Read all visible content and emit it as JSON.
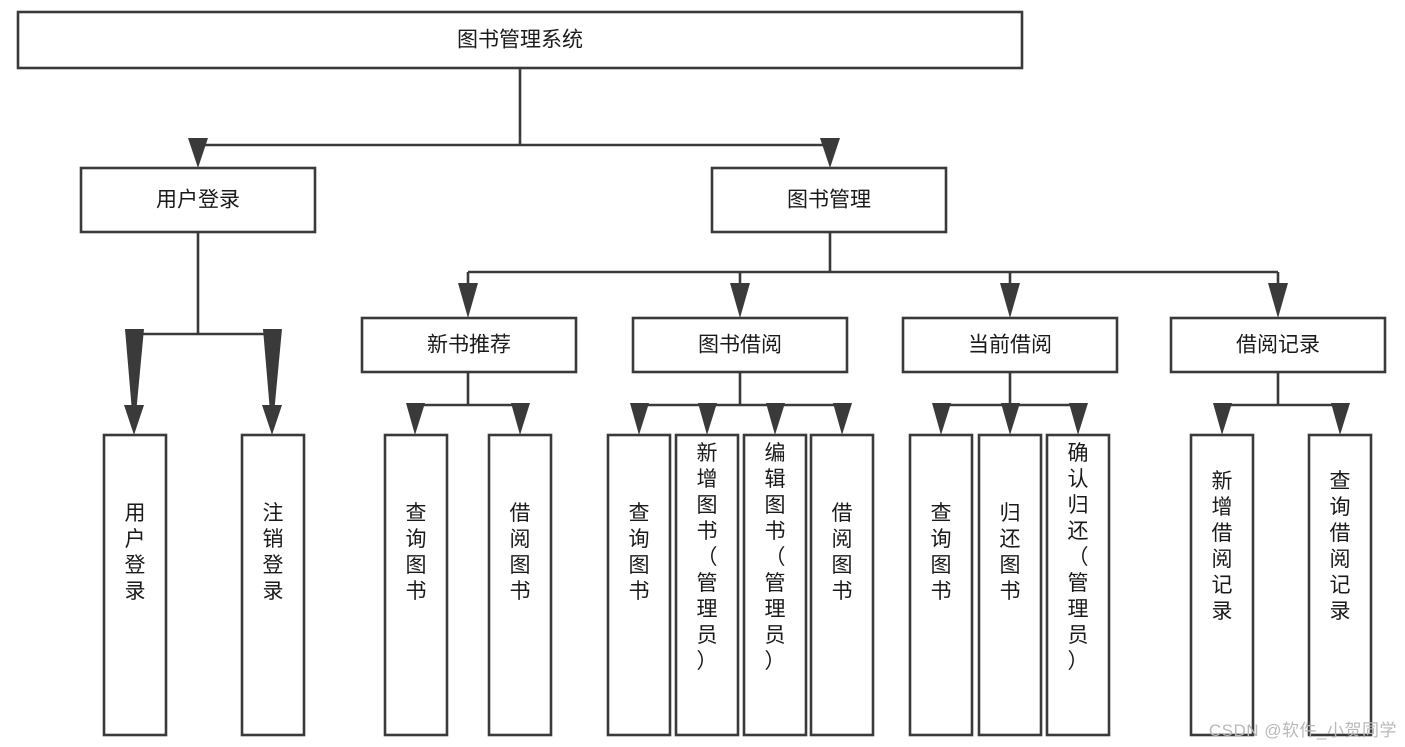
{
  "diagram": {
    "type": "tree-hierarchy-chart",
    "title_node": {
      "id": "root",
      "label": "图书管理系统"
    },
    "levels": [
      {
        "level": 1,
        "nodes": [
          {
            "id": "root",
            "label": "图书管理系统",
            "orientation": "horizontal"
          }
        ]
      },
      {
        "level": 2,
        "nodes": [
          {
            "id": "login",
            "label": "用户登录",
            "orientation": "horizontal",
            "parent": "root"
          },
          {
            "id": "bookmgmt",
            "label": "图书管理",
            "orientation": "horizontal",
            "parent": "root"
          }
        ]
      },
      {
        "level": 3,
        "nodes": [
          {
            "id": "newbook",
            "label": "新书推荐",
            "orientation": "horizontal",
            "parent": "bookmgmt"
          },
          {
            "id": "borrow",
            "label": "图书借阅",
            "orientation": "horizontal",
            "parent": "bookmgmt"
          },
          {
            "id": "current",
            "label": "当前借阅",
            "orientation": "horizontal",
            "parent": "bookmgmt"
          },
          {
            "id": "records",
            "label": "借阅记录",
            "orientation": "horizontal",
            "parent": "bookmgmt"
          }
        ]
      },
      {
        "level": 4,
        "nodes": [
          {
            "id": "leaf1",
            "label": "用户登录",
            "orientation": "vertical",
            "parent": "login"
          },
          {
            "id": "leaf2",
            "label": "注销登录",
            "orientation": "vertical",
            "parent": "login"
          },
          {
            "id": "leaf3",
            "label": "查询图书",
            "orientation": "vertical",
            "parent": "newbook"
          },
          {
            "id": "leaf4",
            "label": "借阅图书",
            "orientation": "vertical",
            "parent": "newbook"
          },
          {
            "id": "leaf5",
            "label": "查询图书",
            "orientation": "vertical",
            "parent": "borrow"
          },
          {
            "id": "leaf6",
            "label": "新增图书（管理员）",
            "orientation": "vertical",
            "parent": "borrow"
          },
          {
            "id": "leaf7",
            "label": "编辑图书（管理员）",
            "orientation": "vertical",
            "parent": "borrow"
          },
          {
            "id": "leaf8",
            "label": "借阅图书",
            "orientation": "vertical",
            "parent": "borrow"
          },
          {
            "id": "leaf9",
            "label": "查询图书",
            "orientation": "vertical",
            "parent": "current"
          },
          {
            "id": "leaf10",
            "label": "归还图书",
            "orientation": "vertical",
            "parent": "current"
          },
          {
            "id": "leaf11",
            "label": "确认归还（管理员）",
            "orientation": "vertical",
            "parent": "current"
          },
          {
            "id": "leaf12",
            "label": "新增借阅记录",
            "orientation": "vertical",
            "parent": "records"
          },
          {
            "id": "leaf13",
            "label": "查询借阅记录",
            "orientation": "vertical",
            "parent": "records"
          }
        ]
      }
    ],
    "colors": {
      "box_stroke": "#3a3a3a",
      "box_fill": "#ffffff",
      "connector": "#3a3a3a",
      "text": "#1a1a1a",
      "background": "#ffffff",
      "watermark": "#b9b9b9"
    }
  },
  "watermark": {
    "text": "CSDN @软件_小贺同学"
  }
}
